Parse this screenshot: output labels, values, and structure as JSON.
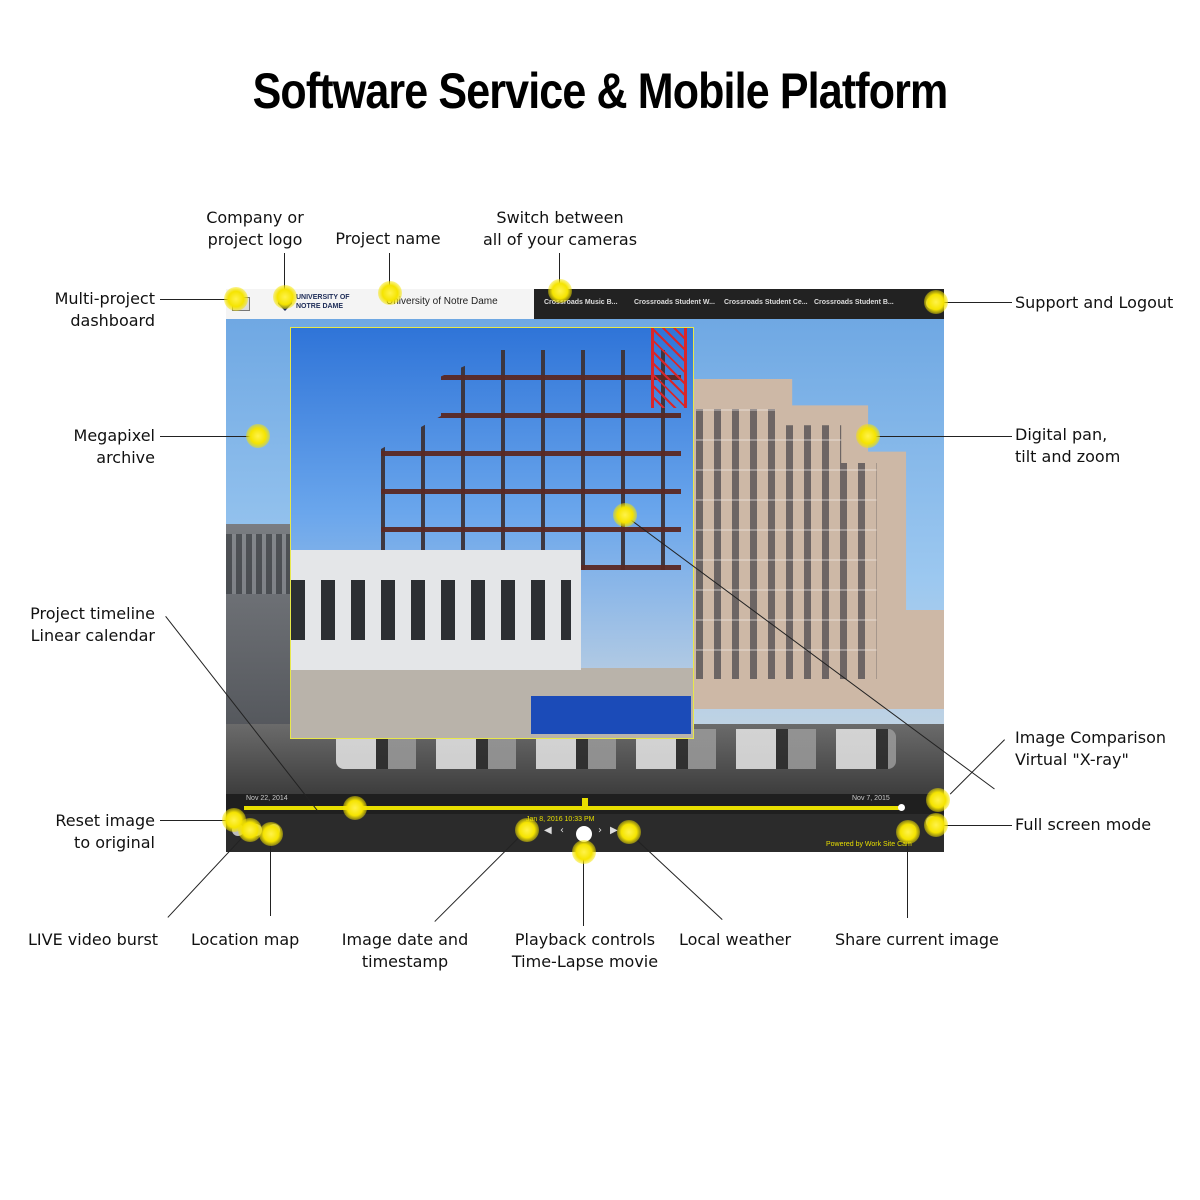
{
  "title": "Software Service & Mobile Platform",
  "callouts": {
    "multi_project": [
      "Multi-project",
      "dashboard"
    ],
    "company_logo": [
      "Company or",
      "project logo"
    ],
    "project_name": [
      "Project name"
    ],
    "switch_cameras": [
      "Switch between",
      "all of your cameras"
    ],
    "support_logout": [
      "Support and Logout"
    ],
    "megapixel": [
      "Megapixel",
      "archive"
    ],
    "digital_ptz": [
      "Digital pan,",
      "tilt and zoom"
    ],
    "timeline": [
      "Project timeline",
      "Linear calendar"
    ],
    "image_comparison": [
      "Image Comparison",
      "Virtual \"X-ray\""
    ],
    "reset_image": [
      "Reset image",
      "to original"
    ],
    "full_screen": [
      "Full screen mode"
    ],
    "live_video": [
      "LIVE video burst"
    ],
    "location_map": [
      "Location map"
    ],
    "image_date": [
      "Image date and",
      "timestamp"
    ],
    "playback": [
      "Playback controls",
      "Time-Lapse movie"
    ],
    "weather": [
      "Local weather"
    ],
    "share": [
      "Share current image"
    ]
  },
  "screen": {
    "project_name": "University of Notre Dame",
    "logo_text": [
      "UNIVERSITY OF",
      "NOTRE DAME"
    ],
    "camera_tabs": [
      "Crossroads Music B...",
      "Crossroads Student W...",
      "Crossroads Student Ce...",
      "Crossroads Student B..."
    ],
    "timeline_start": "Nov 22, 2014",
    "timeline_end": "Nov 7, 2015",
    "timestamp": "Jan 8, 2016 10:33 PM",
    "powered_by": "Powered by Work Site Cam"
  },
  "colors": {
    "marker": "#f5e400",
    "timeline": "#e8df00",
    "toolbar_dark": "#222222"
  }
}
